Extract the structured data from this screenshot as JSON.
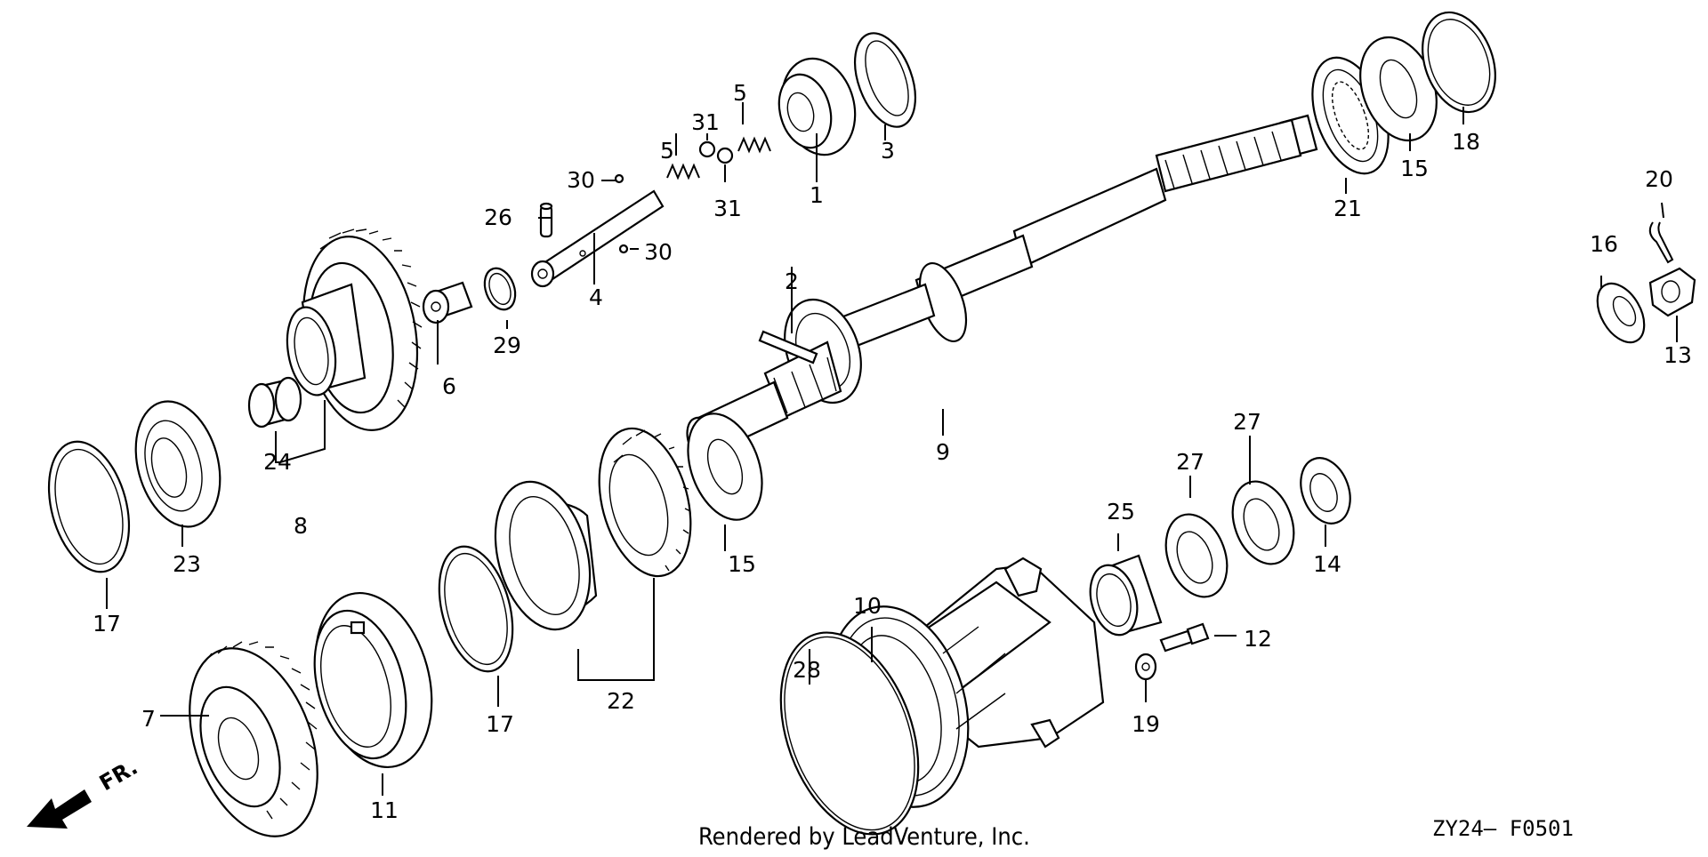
{
  "diagram": {
    "callouts": [
      "1",
      "2",
      "3",
      "4",
      "5",
      "5",
      "6",
      "7",
      "8",
      "9",
      "10",
      "11",
      "12",
      "13",
      "14",
      "15",
      "15",
      "16",
      "17",
      "17",
      "18",
      "19",
      "20",
      "21",
      "22",
      "23",
      "24",
      "25",
      "26",
      "27",
      "27",
      "28",
      "29",
      "30",
      "30",
      "31",
      "31"
    ],
    "direction_label": "FR.",
    "credit": "Rendered by LeadVenture, Inc.",
    "figure_code": "ZY24— F0501"
  }
}
